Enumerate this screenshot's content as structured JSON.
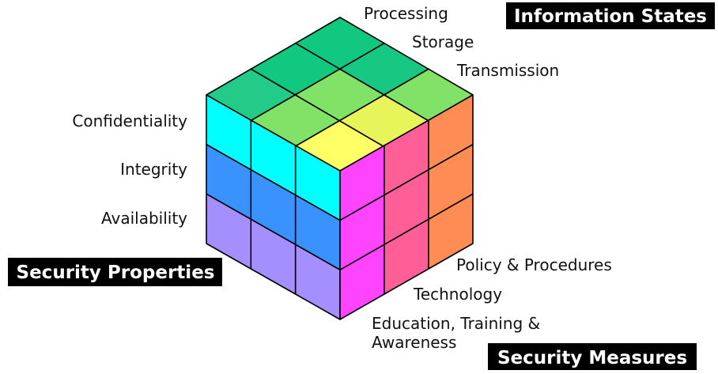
{
  "banners": {
    "information_states": "Information States",
    "security_properties": "Security Properties",
    "security_measures": "Security Measures"
  },
  "information_states": [
    "Processing",
    "Storage",
    "Transmission"
  ],
  "security_properties": [
    "Confidentiality",
    "Integrity",
    "Availability"
  ],
  "security_measures": {
    "policy": "Policy & Procedures",
    "technology": "Technology",
    "education_line1": "Education, Training &",
    "education_line2": "Awareness"
  },
  "colors": {
    "top_row_1": [
      "#10c87f",
      "#10c87f",
      "#22cc88"
    ],
    "top_row_2": [
      "#17c883",
      "#80e266",
      "#80e266"
    ],
    "top_row_3": [
      "#80e266",
      "#e8f55a",
      "#ffff66"
    ],
    "front": [
      "#00ffff",
      "#3a92ff",
      "#a58fff"
    ],
    "side": [
      "#ff44ff",
      "#ff5f96",
      "#ff8c55"
    ],
    "outline": "#000000"
  }
}
